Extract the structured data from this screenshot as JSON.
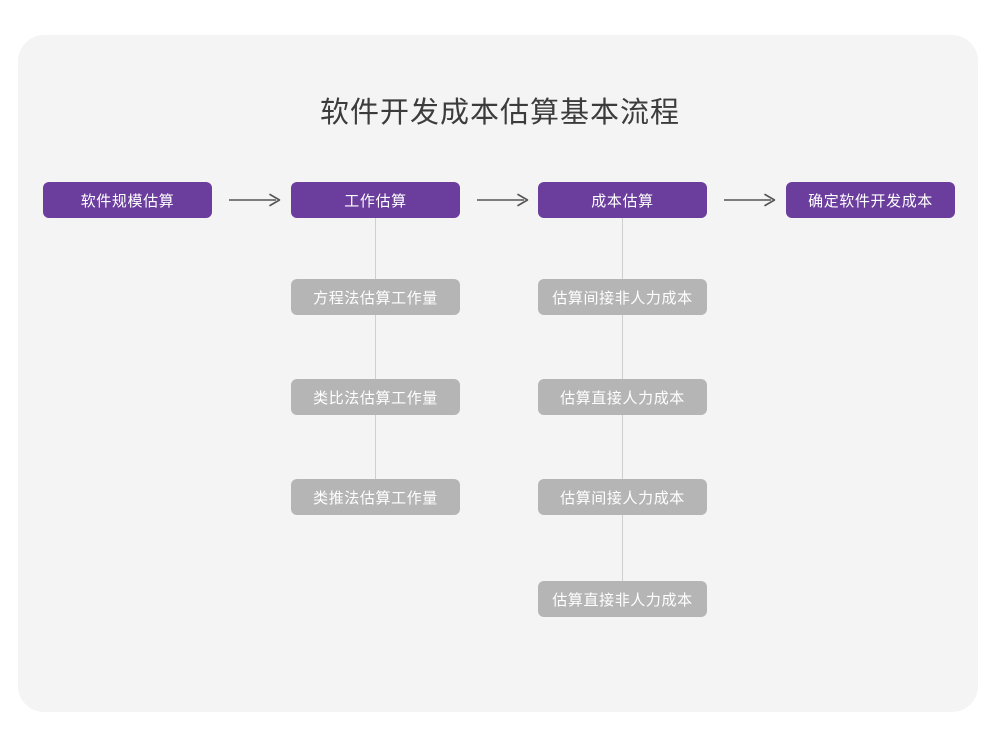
{
  "diagram": {
    "title": "软件开发成本估算基本流程",
    "colors": {
      "canvas_background": "#ffffff",
      "card_background": "#f4f4f5",
      "stage_box": "#6b3e9e",
      "sub_box": "#b5b5b5",
      "box_text": "#ffffff",
      "title_text": "#3c3c3c",
      "connector_line": "#cfcfcf",
      "arrow": "#555555"
    },
    "stages": [
      {
        "label": "软件规模估算"
      },
      {
        "label": "工作估算"
      },
      {
        "label": "成本估算"
      },
      {
        "label": "确定软件开发成本"
      }
    ],
    "arrows": [
      {
        "name": "arrow-right-icon"
      },
      {
        "name": "arrow-right-icon"
      },
      {
        "name": "arrow-right-icon"
      }
    ],
    "branches": {
      "work_estimation": {
        "parent": "工作估算",
        "items": [
          {
            "label": "方程法估算工作量"
          },
          {
            "label": "类比法估算工作量"
          },
          {
            "label": "类推法估算工作量"
          }
        ]
      },
      "cost_estimation": {
        "parent": "成本估算",
        "items": [
          {
            "label": "估算间接非人力成本"
          },
          {
            "label": "估算直接人力成本"
          },
          {
            "label": "估算间接人力成本"
          },
          {
            "label": "估算直接非人力成本"
          }
        ]
      }
    }
  }
}
